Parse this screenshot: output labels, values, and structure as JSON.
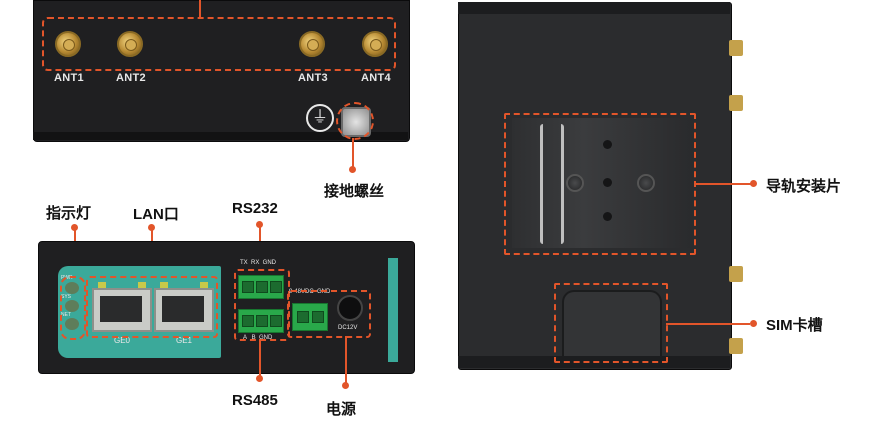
{
  "top_device": {
    "antennas": [
      "ANT1",
      "ANT2",
      "ANT3",
      "ANT4"
    ],
    "ground_symbol": "⏚",
    "ground_label": "接地螺丝"
  },
  "front_device": {
    "labels": {
      "indicator": "指示灯",
      "lan": "LAN口",
      "rs232": "RS232",
      "rs485": "RS485",
      "power": "电源"
    },
    "leds": [
      "PWR",
      "SYS",
      "NET"
    ],
    "ports": [
      "GE0",
      "GE1"
    ],
    "rs232_pins": "TX  RX  GND",
    "rs485_pins": "A   B  GND",
    "power_pins": "9-48VDC  GND",
    "dc_label": "DC12V"
  },
  "side_device": {
    "labels": {
      "rail": "导轨安装片",
      "sim": "SIM卡槽"
    }
  },
  "colors": {
    "accent": "#e2552a",
    "device_body": "#1f1f21",
    "panel_teal": "#3ba99a",
    "terminal_green": "#29a84a"
  }
}
